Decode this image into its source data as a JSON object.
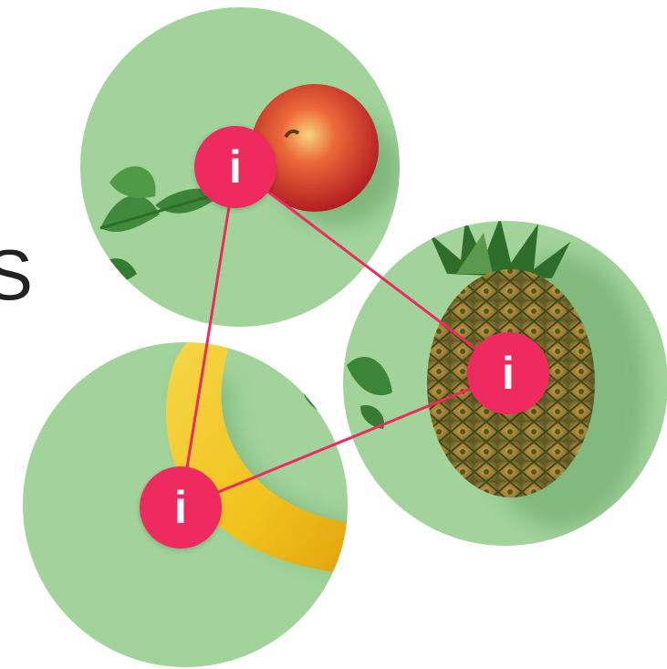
{
  "partial_glyph": "S",
  "colors": {
    "circle_green": "#a1d39a",
    "accent": "#ee2a5f",
    "line": "#ee2a5f"
  },
  "hotspots": [
    {
      "id": "apple",
      "label": "i",
      "fruit": "apple"
    },
    {
      "id": "pineapple",
      "label": "i",
      "fruit": "pineapple"
    },
    {
      "id": "banana",
      "label": "i",
      "fruit": "banana"
    }
  ]
}
